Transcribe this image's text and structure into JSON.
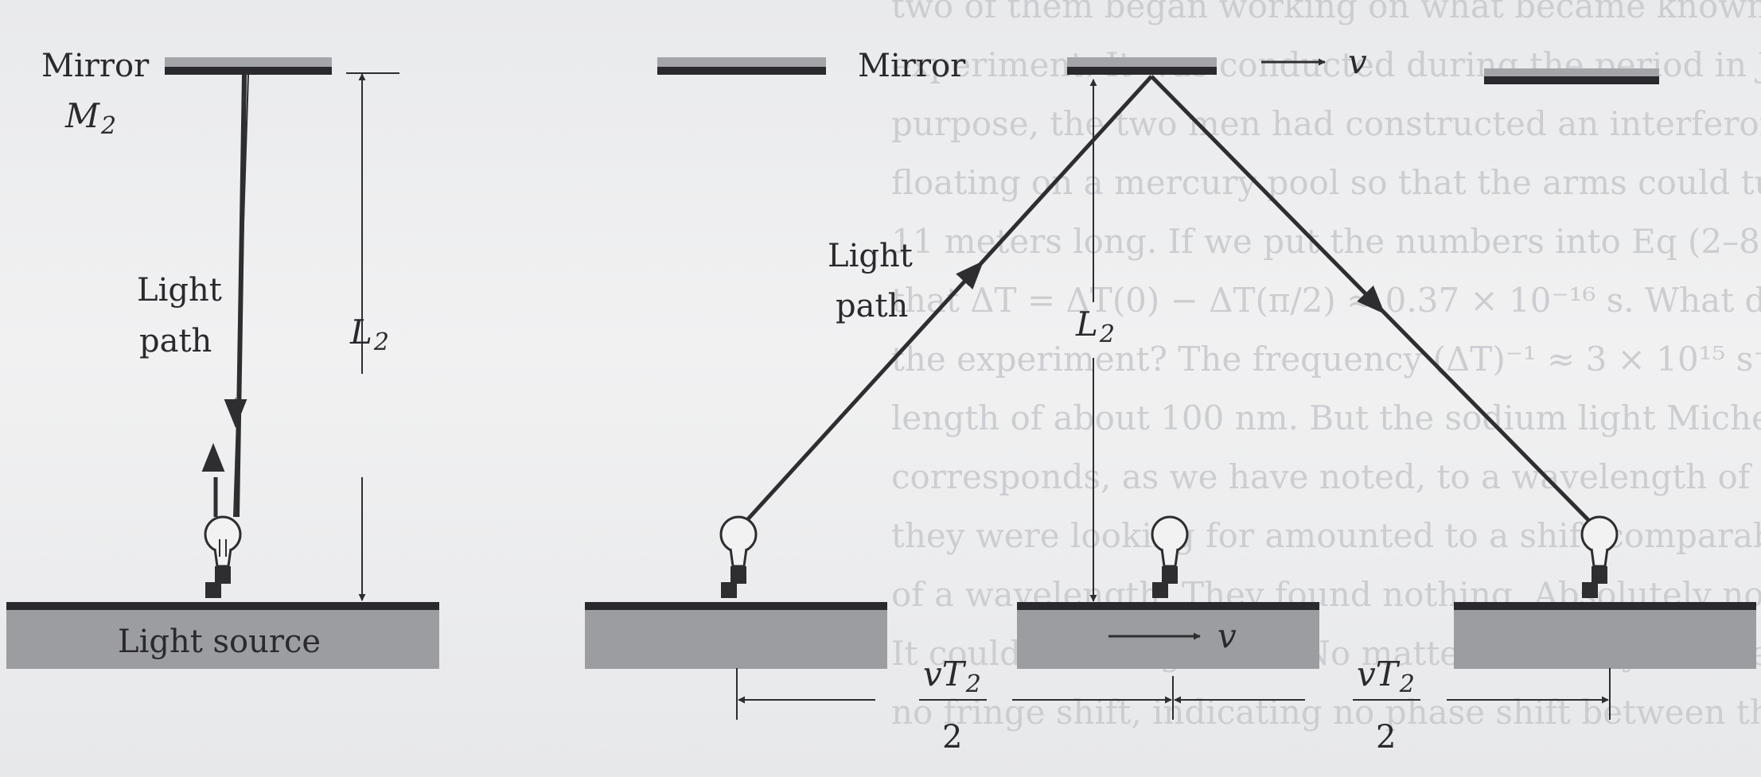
{
  "labels": {
    "mirror_left": "Mirror",
    "mirror_left_sub": "M",
    "mirror_left_sub_idx": "2",
    "light_path_left_1": "Light",
    "light_path_left_2": "path",
    "length_left": "L",
    "length_left_idx": "2",
    "light_source": "Light source",
    "mirror_center": "Mirror",
    "velocity_mirror": "v",
    "light_path_center_1": "Light",
    "light_path_center_2": "path",
    "length_center": "L",
    "length_center_idx": "2",
    "velocity_base": "v",
    "dist1_num": "vT",
    "dist1_num_idx": "2",
    "dist1_den": "2",
    "dist2_num": "vT",
    "dist2_num_idx": "2",
    "dist2_den": "2"
  },
  "colors": {
    "ink": "#2a2a2e",
    "block": "#9c9da1",
    "mirror": "#a4a5a9",
    "paper": "#ededee"
  }
}
